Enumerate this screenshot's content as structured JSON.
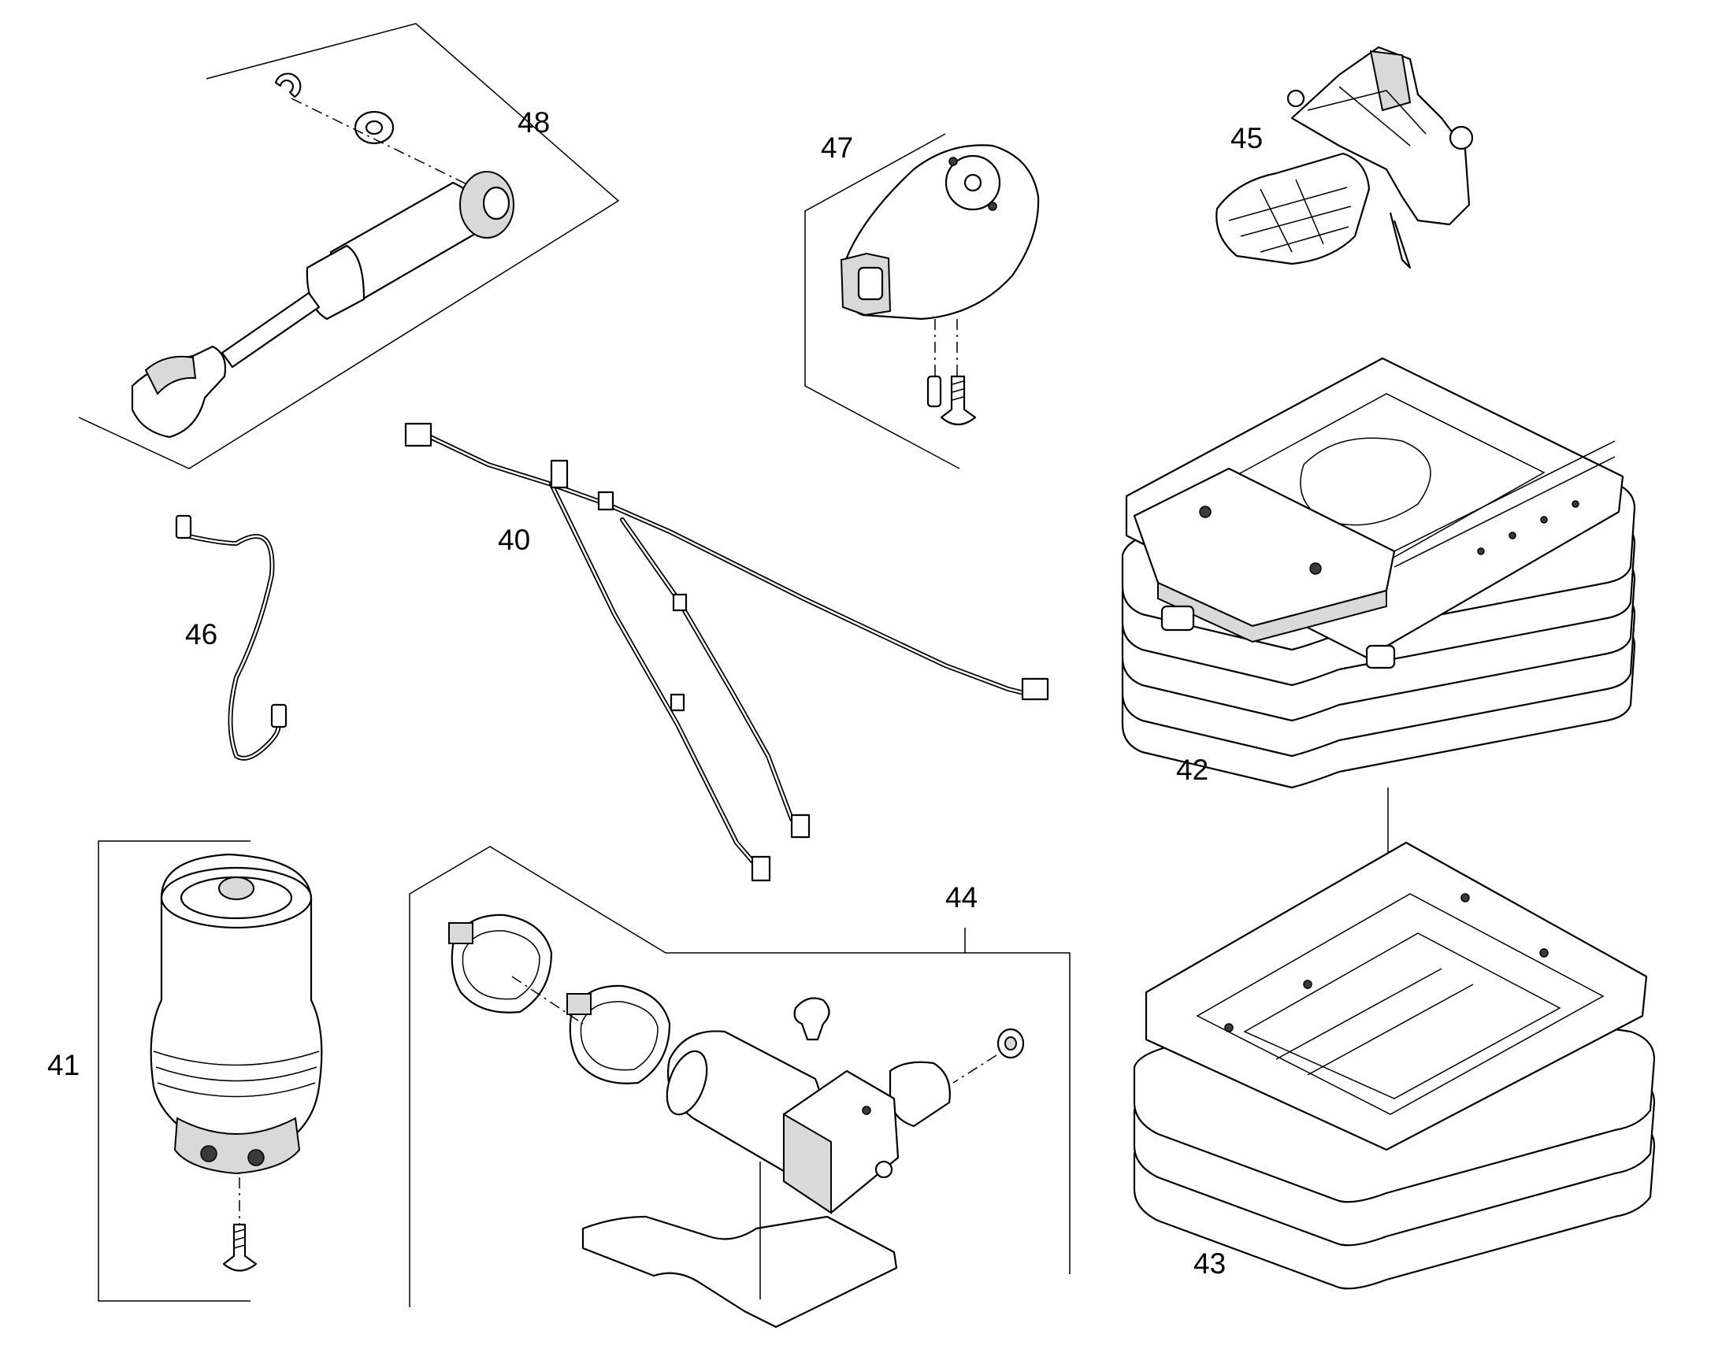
{
  "diagram": {
    "callouts": {
      "c40": "40",
      "c41": "41",
      "c42": "42",
      "c43": "43",
      "c44": "44",
      "c45": "45",
      "c46": "46",
      "c47": "47",
      "c48": "48"
    }
  }
}
